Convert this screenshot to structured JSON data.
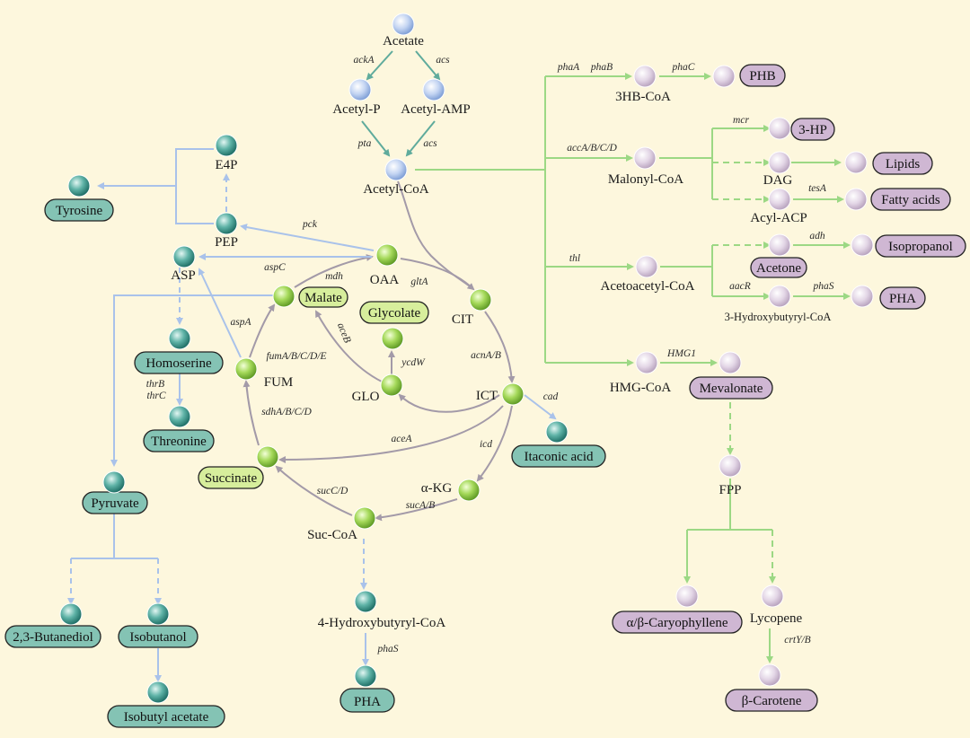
{
  "colors": {
    "background": "#fdf7dd",
    "blue_arrow": "#a9c2ea",
    "teal_arrow": "#5fab9c",
    "green_arrow": "#9cd884",
    "grey_arrow": "#a39aa8",
    "teal_box": "#84c3b4",
    "green_box": "#d7ee9c",
    "purple_box": "#cfb7d3"
  },
  "nodes": [
    {
      "id": "acetate",
      "label": "Acetate",
      "color": "blue"
    },
    {
      "id": "acetyl_p",
      "label": "Acetyl-P",
      "color": "blue"
    },
    {
      "id": "acetyl_amp",
      "label": "Acetyl-AMP",
      "color": "blue"
    },
    {
      "id": "acetyl_coa",
      "label": "Acetyl-CoA",
      "color": "blue"
    },
    {
      "id": "e4p",
      "label": "E4P",
      "color": "teal"
    },
    {
      "id": "tyrosine",
      "label": "Tyrosine",
      "color": "teal"
    },
    {
      "id": "pep",
      "label": "PEP",
      "color": "teal"
    },
    {
      "id": "asp",
      "label": "ASP",
      "color": "teal"
    },
    {
      "id": "homoserine",
      "label": "Homoserine",
      "color": "teal"
    },
    {
      "id": "threonine",
      "label": "Threonine",
      "color": "teal"
    },
    {
      "id": "pyruvate",
      "label": "Pyruvate",
      "color": "teal"
    },
    {
      "id": "butanediol",
      "label": "2,3-Butanediol",
      "color": "teal"
    },
    {
      "id": "isobutanol",
      "label": "Isobutanol",
      "color": "teal"
    },
    {
      "id": "isobutyl_acetate",
      "label": "Isobutyl acetate",
      "color": "teal"
    },
    {
      "id": "hbcoa4",
      "label": "4-Hydroxybutyryl-CoA",
      "color": "teal"
    },
    {
      "id": "pha_left",
      "label": "PHA",
      "color": "teal"
    },
    {
      "id": "itaconic",
      "label": "Itaconic acid",
      "color": "teal"
    },
    {
      "id": "oaa",
      "label": "OAA",
      "color": "green"
    },
    {
      "id": "malate",
      "label": "Malate",
      "color": "green"
    },
    {
      "id": "glycolate",
      "label": "Glycolate",
      "color": "green"
    },
    {
      "id": "glo",
      "label": "GLO",
      "color": "green"
    },
    {
      "id": "fum",
      "label": "FUM",
      "color": "green"
    },
    {
      "id": "succinate",
      "label": "Succinate",
      "color": "green"
    },
    {
      "id": "cit",
      "label": "CIT",
      "color": "green"
    },
    {
      "id": "ict",
      "label": "ICT",
      "color": "green"
    },
    {
      "id": "akg",
      "label": "α-KG",
      "color": "green"
    },
    {
      "id": "suc_coa",
      "label": "Suc-CoA",
      "color": "green"
    },
    {
      "id": "hb3coa",
      "label": "3HB-CoA",
      "color": "purple"
    },
    {
      "id": "phb",
      "label": "PHB",
      "color": "purple"
    },
    {
      "id": "malonyl",
      "label": "Malonyl-CoA",
      "color": "purple"
    },
    {
      "id": "hp3",
      "label": "3-HP",
      "color": "purple"
    },
    {
      "id": "dag",
      "label": "DAG",
      "color": "purple"
    },
    {
      "id": "lipids",
      "label": "Lipids",
      "color": "purple"
    },
    {
      "id": "acyl_acp",
      "label": "Acyl-ACP",
      "color": "purple"
    },
    {
      "id": "fatty",
      "label": "Fatty acids",
      "color": "purple"
    },
    {
      "id": "acetoacetyl",
      "label": "Acetoacetyl-CoA",
      "color": "purple"
    },
    {
      "id": "acetone",
      "label": "Acetone",
      "color": "purple"
    },
    {
      "id": "isopropanol",
      "label": "Isopropanol",
      "color": "purple"
    },
    {
      "id": "hbcoa3",
      "label": "3-Hydroxybutyryl-CoA",
      "color": "purple"
    },
    {
      "id": "pha_right",
      "label": "PHA",
      "color": "purple"
    },
    {
      "id": "hmg",
      "label": "HMG-CoA",
      "color": "purple"
    },
    {
      "id": "mevalonate",
      "label": "Mevalonate",
      "color": "purple"
    },
    {
      "id": "fpp",
      "label": "FPP",
      "color": "purple"
    },
    {
      "id": "caryophyllene",
      "label": "α/β-Caryophyllene",
      "color": "purple"
    },
    {
      "id": "lycopene",
      "label": "Lycopene",
      "color": "purple"
    },
    {
      "id": "carotene",
      "label": "β-Carotene",
      "color": "purple"
    }
  ],
  "enzymes": [
    {
      "id": "ackA",
      "label": "ackA"
    },
    {
      "id": "acs1",
      "label": "acs"
    },
    {
      "id": "pta",
      "label": "pta"
    },
    {
      "id": "acs2",
      "label": "acs"
    },
    {
      "id": "pck",
      "label": "pck"
    },
    {
      "id": "aspC",
      "label": "aspC"
    },
    {
      "id": "mdh",
      "label": "mdh"
    },
    {
      "id": "gltA",
      "label": "gltA"
    },
    {
      "id": "aspA",
      "label": "aspA"
    },
    {
      "id": "aceB",
      "label": "aceB"
    },
    {
      "id": "ycdW",
      "label": "ycdW"
    },
    {
      "id": "fumA",
      "label": "fumA/B/C/D/E"
    },
    {
      "id": "acnA",
      "label": "acnA/B"
    },
    {
      "id": "thrB",
      "label": "thrB"
    },
    {
      "id": "thrC",
      "label": "thrC"
    },
    {
      "id": "sdhA",
      "label": "sdhA/B/C/D"
    },
    {
      "id": "cad",
      "label": "cad"
    },
    {
      "id": "aceA",
      "label": "aceA"
    },
    {
      "id": "icd",
      "label": "icd"
    },
    {
      "id": "sucCD",
      "label": "sucC/D"
    },
    {
      "id": "sucAB",
      "label": "sucA/B"
    },
    {
      "id": "phaS_left",
      "label": "phaS"
    },
    {
      "id": "phaA",
      "label": "phaA"
    },
    {
      "id": "phaB",
      "label": "phaB"
    },
    {
      "id": "phaC",
      "label": "phaC"
    },
    {
      "id": "mcr",
      "label": "mcr"
    },
    {
      "id": "accA",
      "label": "accA/B/C/D"
    },
    {
      "id": "tesA",
      "label": "tesA"
    },
    {
      "id": "thl",
      "label": "thl"
    },
    {
      "id": "adh",
      "label": "adh"
    },
    {
      "id": "aacR",
      "label": "aacR"
    },
    {
      "id": "phaS_right",
      "label": "phaS"
    },
    {
      "id": "hmg1",
      "label": "HMG1"
    },
    {
      "id": "crtYB",
      "label": "crtY/B"
    }
  ]
}
